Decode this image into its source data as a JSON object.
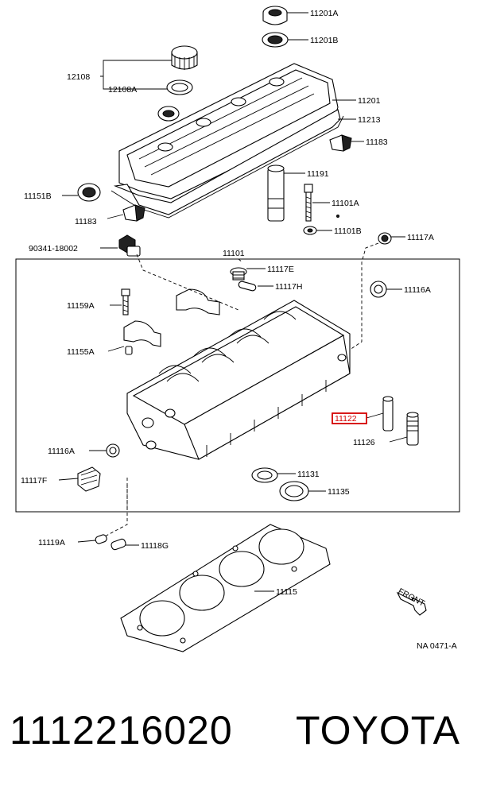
{
  "labels": {
    "l11201A": "11201A",
    "l11201B": "11201B",
    "l12108": "12108",
    "l12108A": "12108A",
    "l11201": "11201",
    "l11213": "11213",
    "l11183a": "11183",
    "l11191": "11191",
    "l11151B": "11151B",
    "l11101A": "11101A",
    "l11183b": "11183",
    "l11101B": "11101B",
    "l90341": "90341-18002",
    "l11101": "11101",
    "l11117A": "11117A",
    "l11117E": "11117E",
    "l11117H": "11117H",
    "l11116A_r": "11116A",
    "l11159A": "11159A",
    "l11155A": "11155A",
    "l11122": "11122",
    "l11126": "11126",
    "l11116A_l": "11116A",
    "l11131": "11131",
    "l11117F": "11117F",
    "l11135": "11135",
    "l11119A": "11119A",
    "l11118G": "11118G",
    "l11115": "11115",
    "front": "FRONT",
    "ref": "NA 0471-A"
  },
  "highlight_color": "#d40000",
  "footer": {
    "part_number": "1112216020",
    "brand": "TOYOTA"
  }
}
